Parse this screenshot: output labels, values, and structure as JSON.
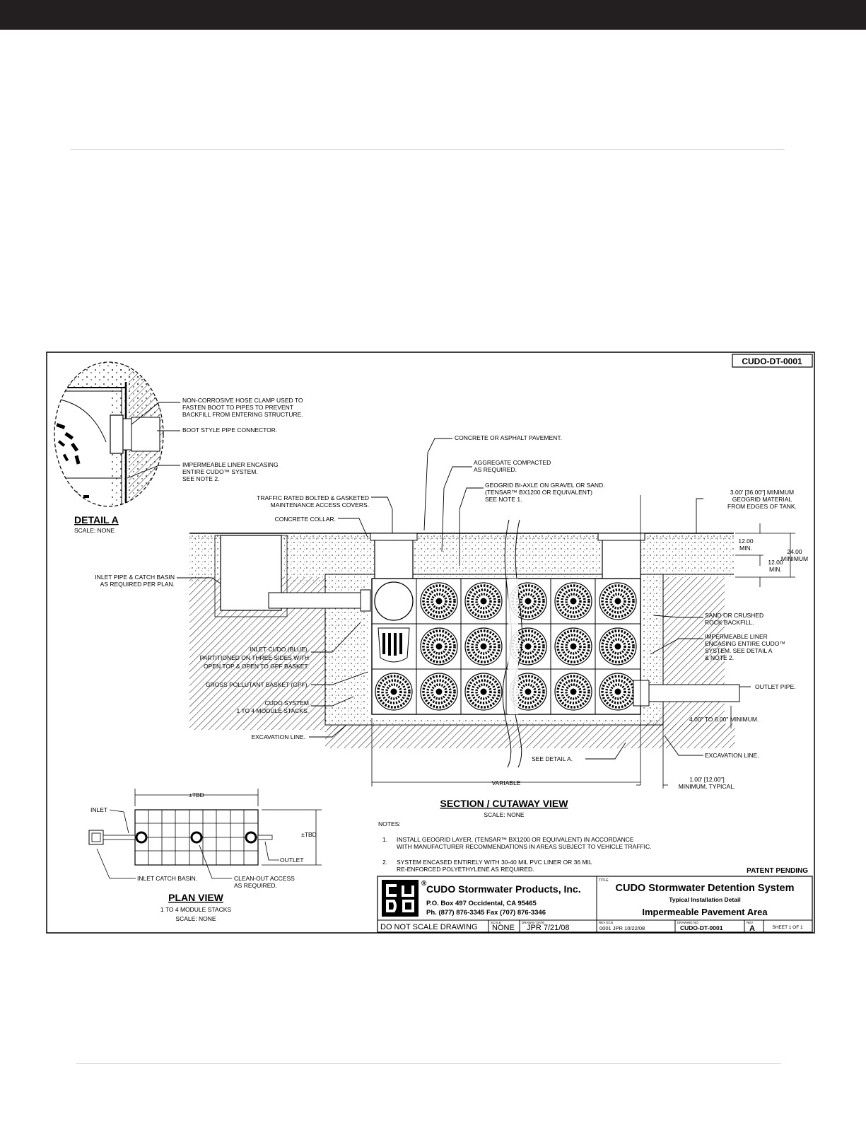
{
  "sheet_id": "CUDO-DT-0001",
  "detail": {
    "title": "DETAIL A",
    "scale": "SCALE: NONE",
    "callouts": [
      "NON-CORROSIVE HOSE CLAMP USED TO",
      "FASTEN BOOT TO PIPES TO PREVENT",
      "BACKFILL FROM ENTERING STRUCTURE.",
      "BOOT STYLE PIPE CONNECTOR.",
      "IMPERMEABLE LINER ENCASING",
      "ENTIRE CUDO™ SYSTEM.",
      "SEE NOTE 2."
    ]
  },
  "section": {
    "title": "SECTION / CUTAWAY VIEW",
    "scale": "SCALE: NONE",
    "labels": {
      "pavement": "CONCRETE OR ASPHALT PAVEMENT.",
      "aggregate_1": "AGGREGATE COMPACTED",
      "aggregate_2": "AS REQUIRED.",
      "geogrid_1": "GEOGRID BI-AXLE ON GRAVEL OR SAND.",
      "geogrid_2": "(TENSAR™ BX1200 OR EQUIVALENT)",
      "geogrid_3": "SEE NOTE 1.",
      "covers_1": "TRAFFIC RATED BOLTED & GASKETED",
      "covers_2": "MAINTENANCE ACCESS COVERS.",
      "collar": "CONCRETE COLLAR.",
      "inlet_pipe_1": "INLET PIPE & CATCH BASIN",
      "inlet_pipe_2": "AS REQUIRED PER PLAN.",
      "inlet_cudo_1": "INLET CUDO (BLUE),",
      "inlet_cudo_2": "PARTITIONED ON THREE SIDES WITH",
      "inlet_cudo_3": "OPEN TOP & OPEN TO GPF BASKET.",
      "gpb": "GROSS POLLUTANT BASKET (GPF).",
      "cudo_sys_1": "CUDO SYSTEM",
      "cudo_sys_2": "1 TO 4 MODULE STACKS.",
      "excavation_left": "EXCAVATION LINE.",
      "geogrid_min_1": "3.00' [36.00\"] MINIMUM",
      "geogrid_min_2": "GEOGRID MATERIAL",
      "geogrid_min_3": "FROM EDGES OF TANK.",
      "dim_12a_1": "12.00",
      "dim_12a_2": "MIN.",
      "dim_12b_1": "12.00",
      "dim_12b_2": "MIN.",
      "dim_24_1": "24.00",
      "dim_24_2": "MINIMUM",
      "sand_1": "SAND OR CRUSHED",
      "sand_2": "ROCK BACKFILL.",
      "liner_1": "IMPERMEABLE LINER",
      "liner_2": "ENCASING ENTIRE CUDO™",
      "liner_3": "SYSTEM. SEE DETAIL A",
      "liner_4": "& NOTE 2.",
      "outlet_pipe": "OUTLET PIPE.",
      "dim_outlet": "4.00\" TO 6.00\" MINIMUM.",
      "excavation_right": "EXCAVATION LINE.",
      "see_detail": "SEE DETAIL A.",
      "variable": "VARIABLE",
      "min_typ_1": "1.00' [12.00\"]",
      "min_typ_2": "MINIMUM, TYPICAL."
    }
  },
  "plan": {
    "title": "PLAN VIEW",
    "sub1": "1 TO 4 MODULE STACKS",
    "sub2": "SCALE: NONE",
    "width_dim": "±TBD",
    "height_dim": "±TBD",
    "inlet": "INLET",
    "outlet": "OUTLET",
    "catch_basin": "INLET CATCH BASIN.",
    "cleanout_1": "CLEAN-OUT ACCESS",
    "cleanout_2": "AS REQUIRED."
  },
  "notes": {
    "heading": "NOTES:",
    "n1_num": "1.",
    "n1_l1": "INSTALL GEOGRID LAYER, (TENSAR™ BX1200 OR EQUIVALENT) IN ACCORDANCE",
    "n1_l2": "WITH MANUFACTURER RECOMMENDATIONS IN AREAS SUBJECT TO VEHICLE TRAFFIC.",
    "n2_num": "2.",
    "n2_l1": "SYSTEM ENCASED ENTIRELY WITH 30-40 MIL PVC LINER OR 36 MIL",
    "n2_l2": "RE-ENFORCED POLYETHYLENE AS REQUIRED.",
    "patent": "PATENT PENDING"
  },
  "title_block": {
    "logo_letters": [
      "C",
      "U",
      "D",
      "O"
    ],
    "company": "CUDO Stormwater Products, Inc.",
    "address": "P.O. Box 497 Occidental, CA 95465",
    "phone": "Ph. (877) 876-3345    Fax (707) 876-3346",
    "title_tag": "TITLE",
    "system_title": "CUDO Stormwater Detention System",
    "subtitle": "Typical Installation Detail",
    "area": "Impermeable Pavement Area",
    "dns": "DO NOT SCALE DRAWING",
    "scale_tag": "SCALE",
    "scale": "NONE",
    "drawn_tag": "DRAWN / DATE",
    "drawn": "JPR 7/21/08",
    "rev_tag": "REV ECN",
    "rev": "0001 JPR 10/22/08",
    "dwg_tag": "DRAWING NO.",
    "dwg": "CUDO-DT-0001",
    "revletter_tag": "REV",
    "revletter": "A",
    "sheet": "SHEET 1 OF 1"
  },
  "colors": {
    "topbar": "#231f20",
    "ink": "#000000",
    "rule": "#d9d9d9"
  }
}
